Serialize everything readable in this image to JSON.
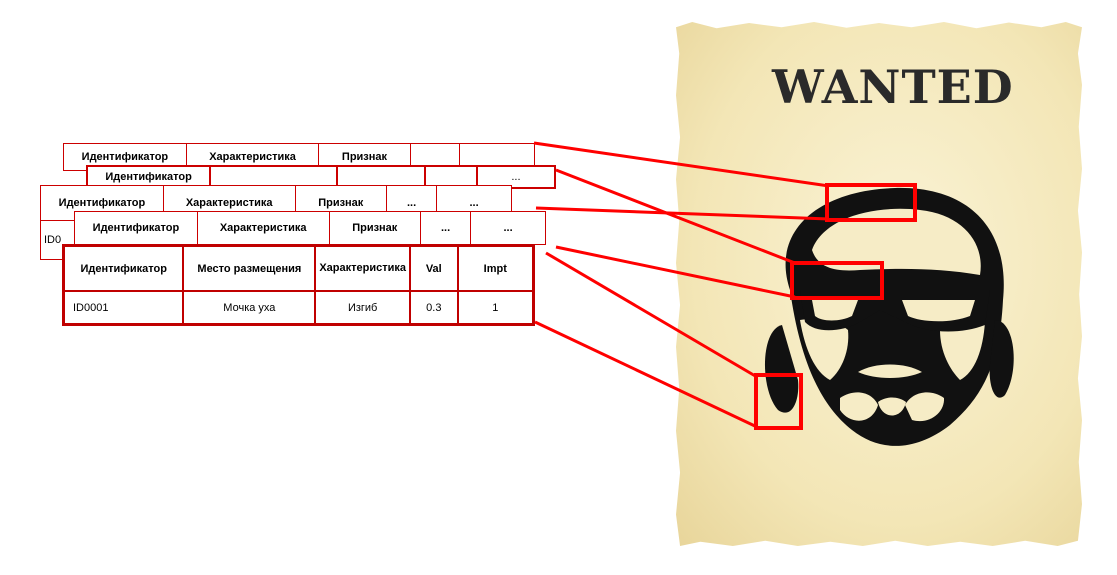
{
  "back_table_1": {
    "headers": [
      "Идентификатор",
      "Характеристика",
      "Признак",
      "",
      ""
    ]
  },
  "back_table_2": {
    "headers": [
      "Идентификатор",
      "",
      "",
      "",
      "..."
    ]
  },
  "back_table_3": {
    "headers": [
      "Идентификатор",
      "Характеристика",
      "Признак",
      "...",
      "..."
    ],
    "row_prefix": "ID0"
  },
  "back_table_4": {
    "headers": [
      "Идентификатор",
      "Характеристика",
      "Признак",
      "...",
      "..."
    ]
  },
  "main_table": {
    "headers": [
      "Идентификатор",
      "Место размещения",
      "Характеристика",
      "Val",
      "Impt"
    ],
    "row": [
      "ID0001",
      "Мочка уха",
      "Изгиб",
      "0.3",
      "1"
    ]
  },
  "poster": {
    "title": "WANTED"
  },
  "colors": {
    "highlight": "#ff0000",
    "table_border": "#c00000",
    "poster_bg": "#f5eac4",
    "ink": "#111111"
  }
}
